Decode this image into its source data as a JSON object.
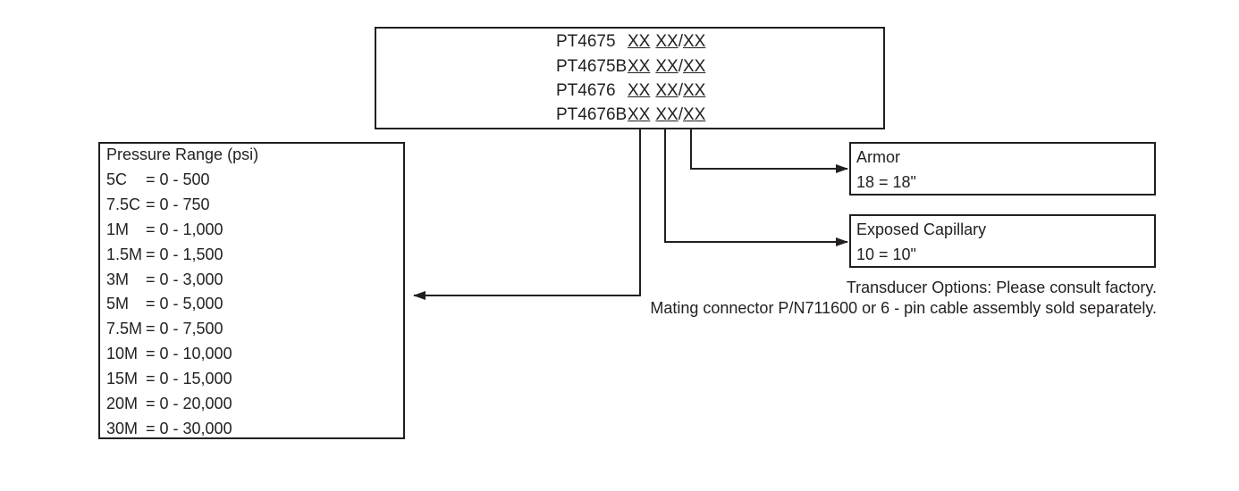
{
  "model_box": {
    "lines": [
      {
        "part": "PT4675",
        "code1": "XX",
        "code2": "XX",
        "slash": "/",
        "code3": "XX"
      },
      {
        "part": "PT4675B",
        "code1": "XX",
        "code2": "XX",
        "slash": "/",
        "code3": "XX"
      },
      {
        "part": "PT4676",
        "code1": "XX",
        "code2": "XX",
        "slash": "/",
        "code3": "XX"
      },
      {
        "part": "PT4676B",
        "code1": "XX",
        "code2": "XX",
        "slash": "/",
        "code3": "XX"
      }
    ]
  },
  "pressure_range": {
    "title": "Pressure Range (psi)",
    "rows": [
      {
        "code": "5C",
        "range": "= 0 - 500"
      },
      {
        "code": "7.5C",
        "range": "= 0 - 750"
      },
      {
        "code": "1M",
        "range": "= 0 - 1,000"
      },
      {
        "code": "1.5M",
        "range": "= 0 - 1,500"
      },
      {
        "code": "3M",
        "range": "= 0 - 3,000"
      },
      {
        "code": "5M",
        "range": "= 0 - 5,000"
      },
      {
        "code": "7.5M",
        "range": "= 0 - 7,500"
      },
      {
        "code": "10M",
        "range": "= 0 - 10,000"
      },
      {
        "code": "15M",
        "range": "= 0 - 15,000"
      },
      {
        "code": "20M",
        "range": "= 0 - 20,000"
      },
      {
        "code": "30M",
        "range": "= 0 - 30,000"
      }
    ]
  },
  "armor": {
    "title": "Armor",
    "value": "18 =  18\""
  },
  "exposed_capillary": {
    "title": "Exposed Capillary",
    "value": "10 =  10\""
  },
  "notes": {
    "line1": "Transducer Options: Please consult factory.",
    "line2": "Mating connector P/N711600 or 6 - pin cable assembly sold separately."
  },
  "colors": {
    "line": "#231f20",
    "background": "#ffffff"
  }
}
